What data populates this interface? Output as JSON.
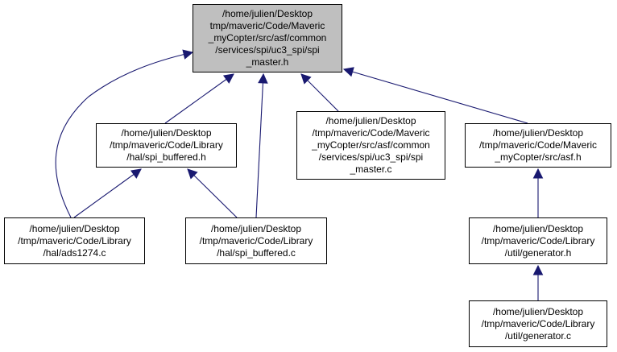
{
  "graph": {
    "edge_color": "#191970",
    "nodes": [
      {
        "id": "n0",
        "lines": [
          "/home/julien/Desktop",
          "tmp/maveric/Code/Maveric",
          "_myCopter/src/asf/common",
          "/services/spi/uc3_spi/spi",
          "_master.h"
        ],
        "fill": "#bfbfbf"
      },
      {
        "id": "n1",
        "lines": [
          "/home/julien/Desktop",
          "/tmp/maveric/Code/Library",
          "/hal/spi_buffered.h"
        ]
      },
      {
        "id": "n2",
        "lines": [
          "/home/julien/Desktop",
          "/tmp/maveric/Code/Maveric",
          "_myCopter/src/asf/common",
          "/services/spi/uc3_spi/spi",
          "_master.c"
        ]
      },
      {
        "id": "n3",
        "lines": [
          "/home/julien/Desktop",
          "/tmp/maveric/Code/Maveric",
          "_myCopter/src/asf.h"
        ]
      },
      {
        "id": "n4",
        "lines": [
          "/home/julien/Desktop",
          "/tmp/maveric/Code/Library",
          "/hal/ads1274.c"
        ]
      },
      {
        "id": "n5",
        "lines": [
          "/home/julien/Desktop",
          "/tmp/maveric/Code/Library",
          "/hal/spi_buffered.c"
        ]
      },
      {
        "id": "n6",
        "lines": [
          "/home/julien/Desktop",
          "/tmp/maveric/Code/Library",
          "/util/generator.h"
        ]
      },
      {
        "id": "n7",
        "lines": [
          "/home/julien/Desktop",
          "/tmp/maveric/Code/Library",
          "/util/generator.c"
        ]
      }
    ],
    "edges": [
      {
        "from": "n4",
        "to": "n0"
      },
      {
        "from": "n1",
        "to": "n0"
      },
      {
        "from": "n5",
        "to": "n0"
      },
      {
        "from": "n2",
        "to": "n0"
      },
      {
        "from": "n3",
        "to": "n0"
      },
      {
        "from": "n4",
        "to": "n1"
      },
      {
        "from": "n5",
        "to": "n1"
      },
      {
        "from": "n6",
        "to": "n3"
      },
      {
        "from": "n7",
        "to": "n6"
      }
    ]
  }
}
